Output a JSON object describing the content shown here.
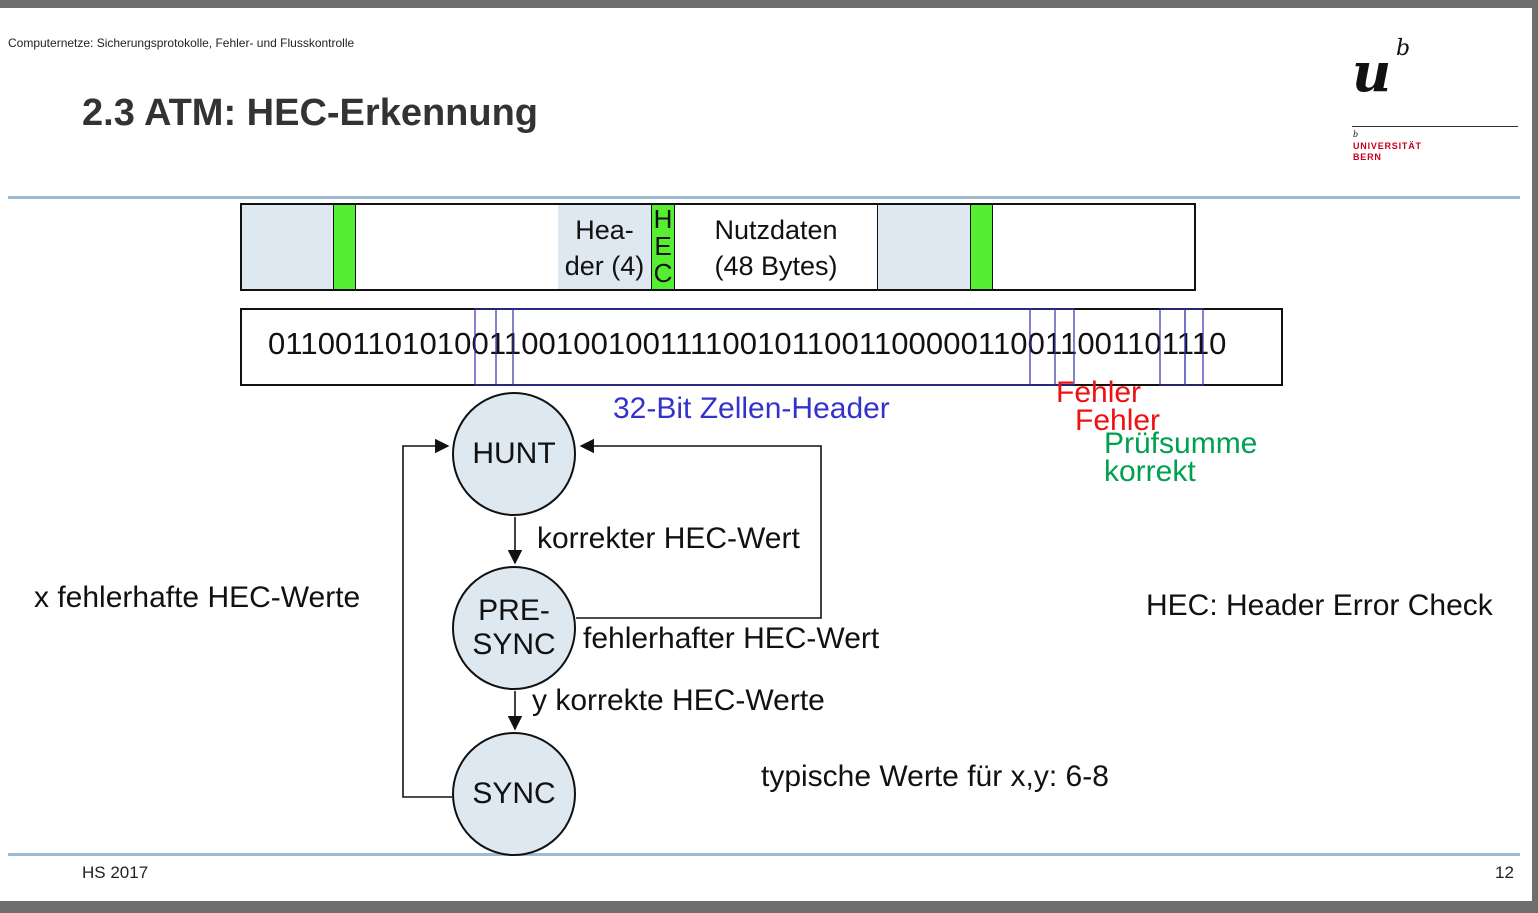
{
  "slide": {
    "course": "Computernetze: Sicherungsprotokolle, Fehler- und Flusskontrolle",
    "title": "2.3 ATM: HEC-Erkennung",
    "footer_left": "HS 2017",
    "page_number": "12"
  },
  "logo": {
    "u": "u",
    "b": "b",
    "small_b": "b",
    "line1": "UNIVERSITÄT",
    "line2": "BERN"
  },
  "cell": {
    "header_line1": "Hea-",
    "header_line2": "der (4)",
    "hec_letters": [
      "H",
      "E",
      "C"
    ],
    "payload_line1": "Nutzdaten",
    "payload_line2": "(48 Bytes)"
  },
  "bitstream": "011001101010011001001001111001011001100000110011001101110",
  "annotations": {
    "header_window": "32-Bit Zellen-Header",
    "error1": "Fehler",
    "error2": "Fehler",
    "checksum_line1": "Prüfsumme",
    "checksum_line2": "korrekt"
  },
  "states": {
    "hunt": "HUNT",
    "presync_line1": "PRE-",
    "presync_line2": "SYNC",
    "sync": "SYNC"
  },
  "transitions": {
    "hunt_to_presync": "korrekter HEC-Wert",
    "presync_to_hunt": "fehlerhafter HEC-Wert",
    "presync_to_sync": "y korrekte HEC-Werte",
    "sync_to_hunt": "x fehlerhafte HEC-Werte"
  },
  "notes": {
    "hec_definition": "HEC: Header Error Check",
    "typical_values": "typische Werte für x,y: 6-8"
  },
  "colors": {
    "cell_header": "#dde8f1",
    "hec_field": "#55ee33",
    "rule": "#9bbad3",
    "header_window": "#3333cc",
    "error": "#ee1111",
    "checksum_ok": "#00a050",
    "logo_red": "#c8001e"
  }
}
